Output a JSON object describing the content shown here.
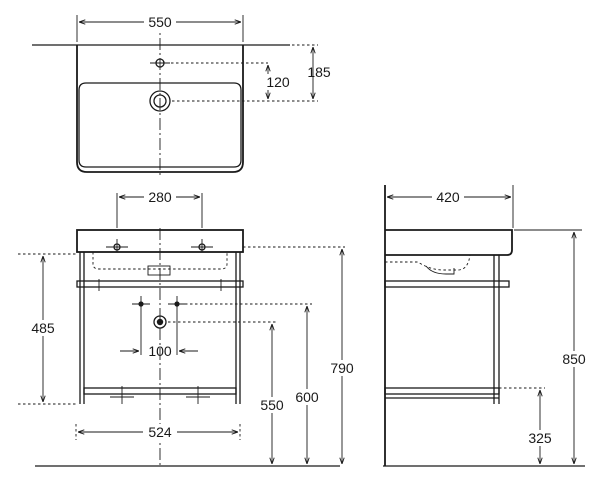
{
  "dimensions": {
    "top_width": "550",
    "hole_offset_depth": "120",
    "basin_depth": "185",
    "tap_hole_spacing": "280",
    "overall_depth": "420",
    "basin_top_to_frame": "485",
    "overall_height": "790",
    "side_overall_height": "850",
    "waste_height": "600",
    "waste_center_height": "550",
    "fixing_spacing": "100",
    "frame_width": "524",
    "shelf_height": "325"
  }
}
